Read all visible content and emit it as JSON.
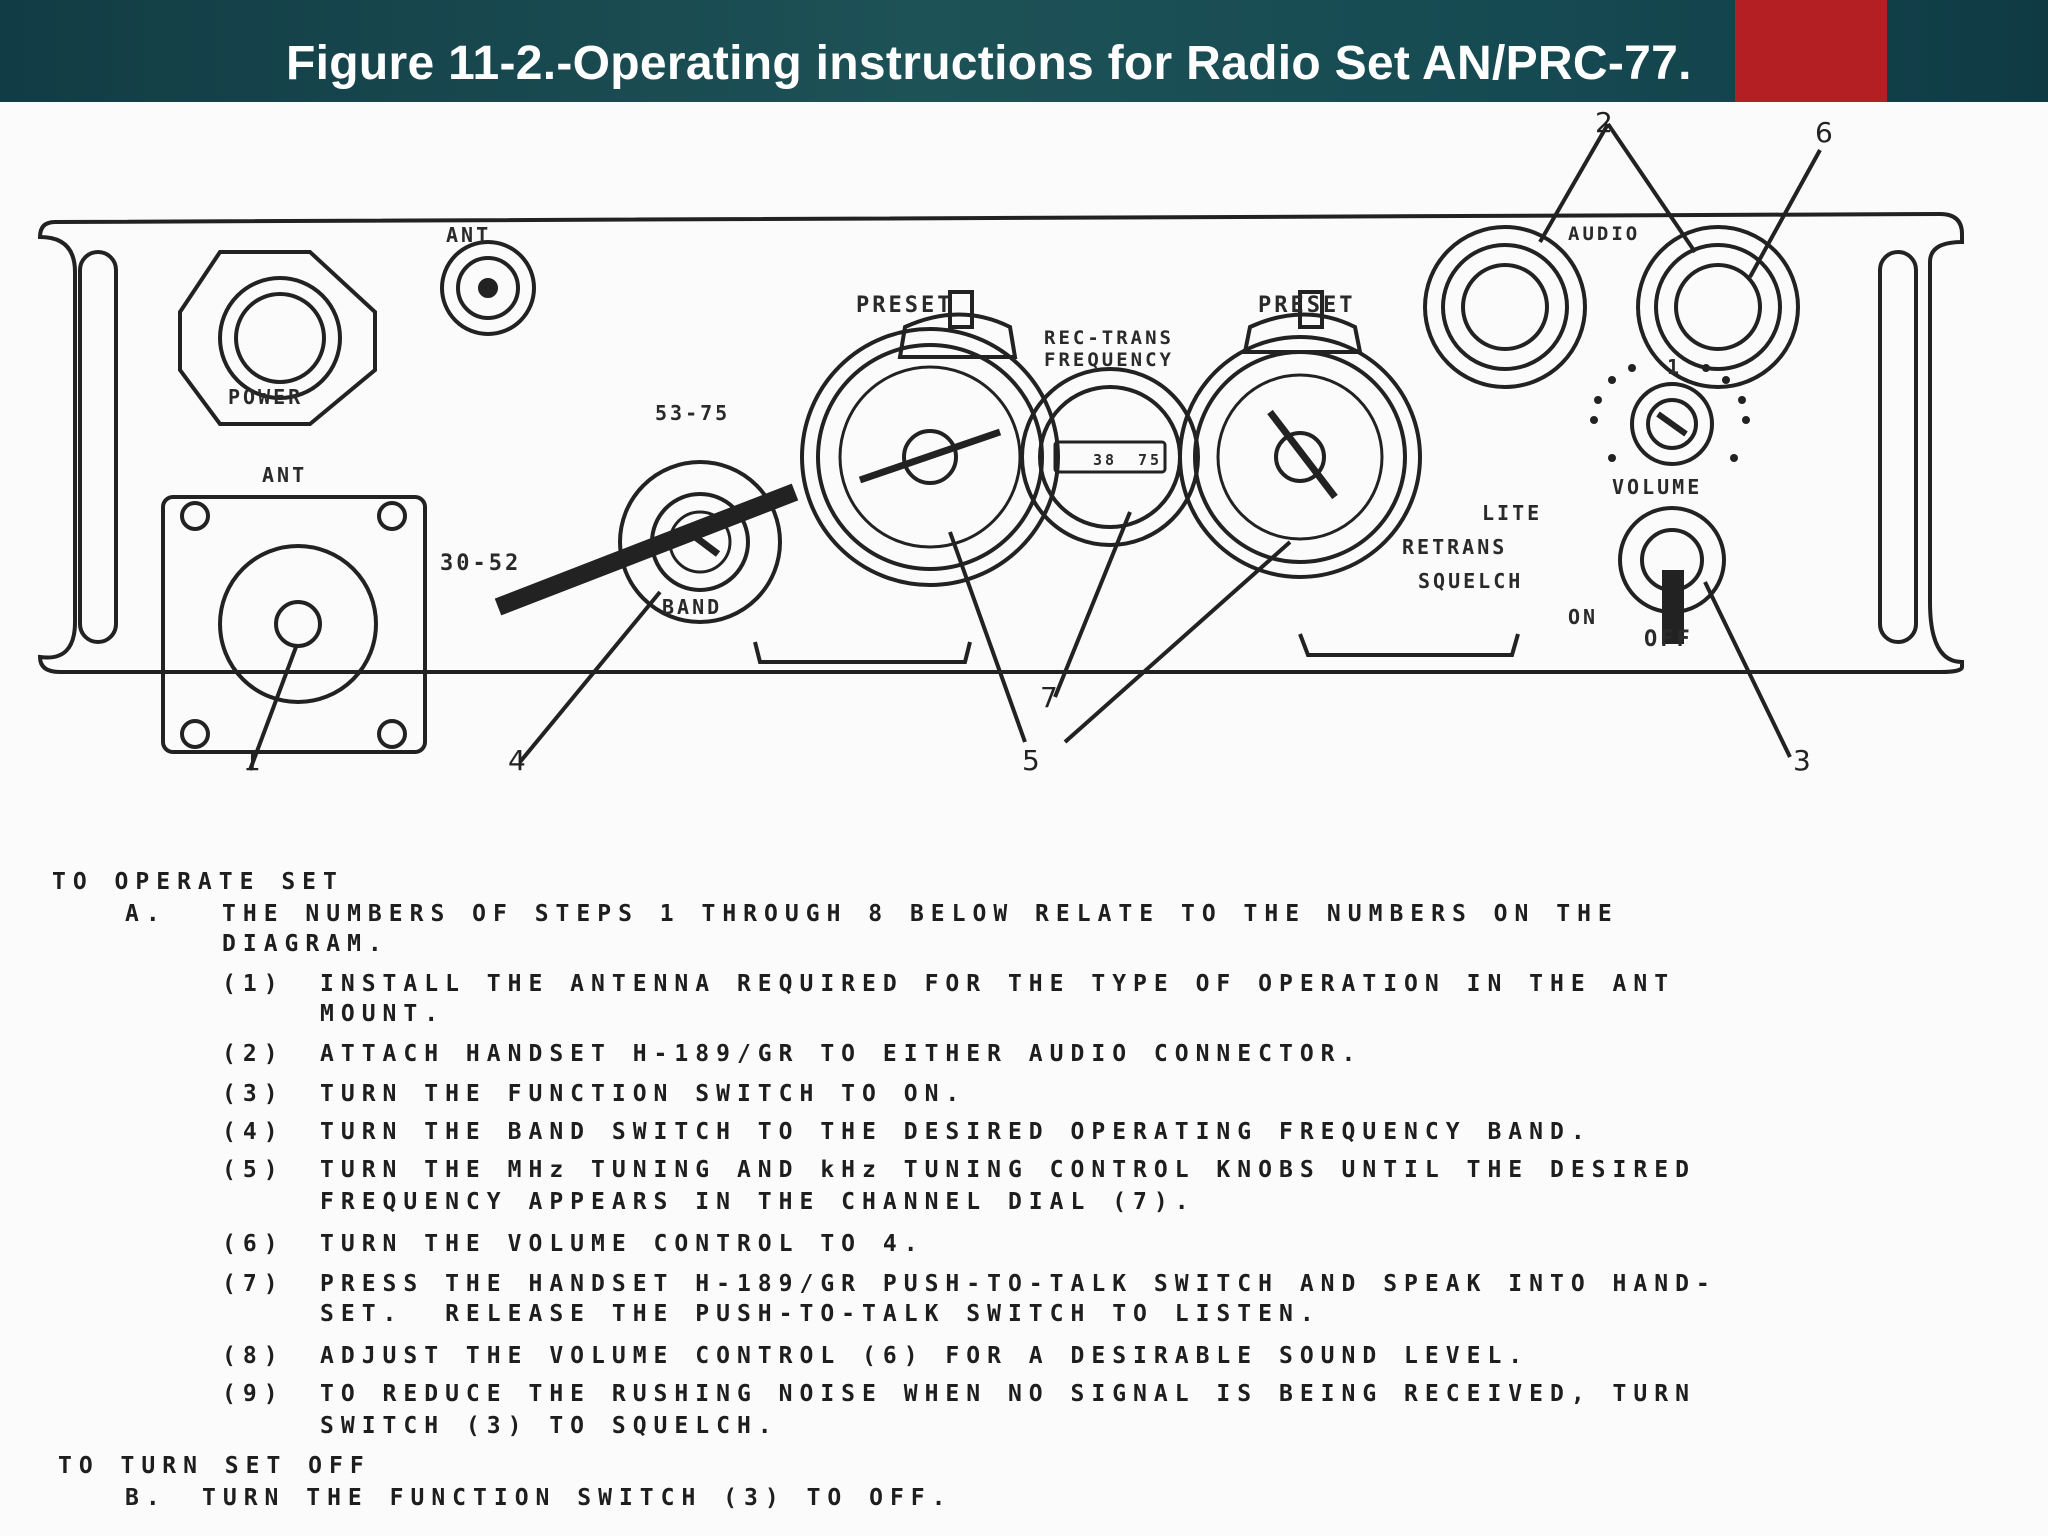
{
  "header": {
    "title": "Figure 11-2.-Operating instructions for Radio Set AN/PRC-77.",
    "accent_color": "#b41f24",
    "bar_color": "#1d5257"
  },
  "diagram": {
    "labels": {
      "ant_top": "ANT",
      "power": "POWER",
      "ant_left": "ANT",
      "band_high": "53-75",
      "band_low": "30-52",
      "band": "BAND",
      "preset_left": "PRESET",
      "preset_right": "PRESET",
      "rec_trans_1": "REC-TRANS",
      "rec_trans_2": "FREQUENCY",
      "dial_a": "38",
      "dial_b": "75",
      "audio": "AUDIO",
      "volume": "VOLUME",
      "lite": "LITE",
      "retrans": "RETRANS",
      "squelch": "SQUELCH",
      "on": "ON",
      "off": "OFF",
      "volume_mark": "1"
    },
    "callouts": [
      "1",
      "2",
      "3",
      "4",
      "5",
      "6",
      "7"
    ]
  },
  "instructions": {
    "heading_operate": "TO OPERATE SET",
    "a_label": "A.",
    "a_text_1": "THE NUMBERS OF STEPS 1 THROUGH 8 BELOW RELATE TO THE NUMBERS ON THE",
    "a_text_2": "DIAGRAM.",
    "steps": [
      {
        "num": "(1)",
        "line1": "INSTALL THE ANTENNA REQUIRED FOR THE TYPE OF OPERATION IN THE ANT",
        "line2": "MOUNT."
      },
      {
        "num": "(2)",
        "line1": "ATTACH HANDSET H-189/GR TO EITHER AUDIO CONNECTOR.",
        "line2": ""
      },
      {
        "num": "(3)",
        "line1": "TURN THE FUNCTION SWITCH TO ON.",
        "line2": ""
      },
      {
        "num": "(4)",
        "line1": "TURN THE BAND SWITCH TO THE DESIRED OPERATING FREQUENCY BAND.",
        "line2": ""
      },
      {
        "num": "(5)",
        "line1": "TURN THE MHz TUNING AND kHz TUNING CONTROL KNOBS UNTIL THE DESIRED",
        "line2": "FREQUENCY APPEARS IN THE CHANNEL DIAL (7)."
      },
      {
        "num": "(6)",
        "line1": "TURN THE VOLUME CONTROL TO 4.",
        "line2": ""
      },
      {
        "num": "(7)",
        "line1": "PRESS THE HANDSET H-189/GR PUSH-TO-TALK SWITCH AND SPEAK INTO HAND-",
        "line2": "SET.  RELEASE THE PUSH-TO-TALK SWITCH TO LISTEN."
      },
      {
        "num": "(8)",
        "line1": "ADJUST THE VOLUME CONTROL (6) FOR A DESIRABLE SOUND LEVEL.",
        "line2": ""
      },
      {
        "num": "(9)",
        "line1": "TO REDUCE THE RUSHING NOISE WHEN NO SIGNAL IS BEING RECEIVED, TURN",
        "line2": "SWITCH (3) TO SQUELCH."
      }
    ],
    "heading_off": "TO TURN SET OFF",
    "b_label": "B.",
    "b_text": "TURN THE FUNCTION SWITCH (3) TO OFF."
  }
}
